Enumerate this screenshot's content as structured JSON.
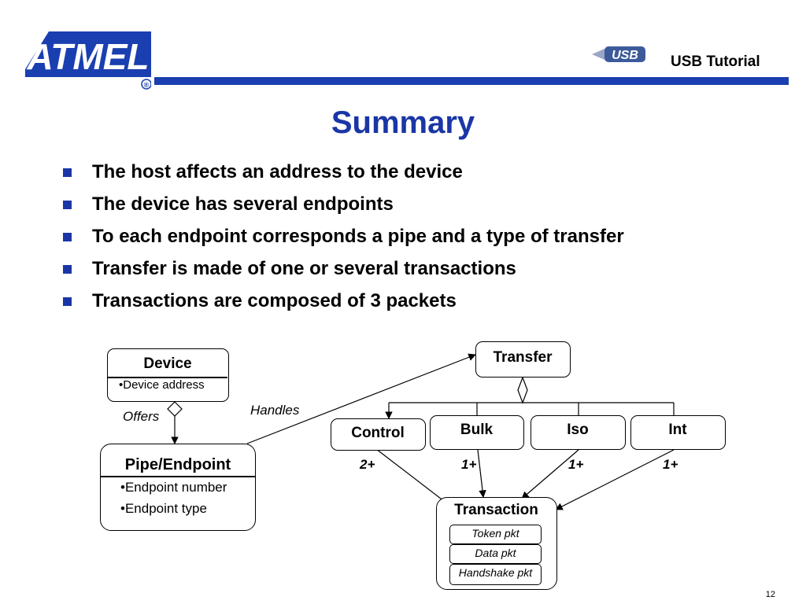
{
  "header": {
    "logo_text": "ATMEL",
    "logo_mark": "®",
    "usb_logo_text": "USB",
    "title": "USB Tutorial"
  },
  "slide": {
    "title": "Summary",
    "bullets": [
      "The host affects an address to the device",
      "The device has several endpoints",
      "To each endpoint  corresponds a pipe and a type of transfer",
      "Transfer is made of one or several transactions",
      "Transactions are composed of 3 packets"
    ],
    "page_number": "12"
  },
  "diagram": {
    "device": {
      "title": "Device",
      "attrs": [
        "•Device address"
      ]
    },
    "pipe": {
      "title": "Pipe/Endpoint",
      "attrs": [
        "•Endpoint number",
        "•Endpoint type"
      ]
    },
    "transfer": {
      "title": "Transfer"
    },
    "transfer_types": [
      "Control",
      "Bulk",
      "Iso",
      "Int"
    ],
    "multiplicities": [
      "2+",
      "1+",
      "1+",
      "1+"
    ],
    "transaction": {
      "title": "Transaction",
      "packets": [
        "Token pkt",
        "Data pkt",
        "Handshake pkt"
      ]
    },
    "labels": {
      "offers": "Offers",
      "handles": "Handles"
    }
  },
  "colors": {
    "brand_blue": "#1a36a6",
    "header_bar": "#1a3fb0"
  }
}
